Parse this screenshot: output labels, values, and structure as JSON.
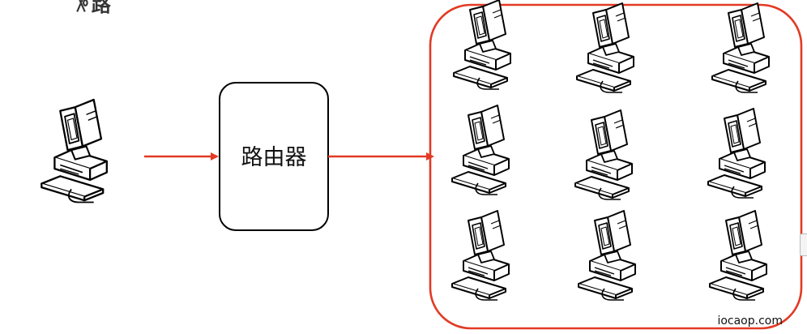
{
  "header": {
    "title_fragment": "ꉼ路"
  },
  "router": {
    "label": "路由器"
  },
  "watermark": {
    "text": "iocaop.com"
  },
  "colors": {
    "arrow": "#e23a24",
    "group_border": "#e23a24",
    "outline": "#000000"
  },
  "icons": {
    "computer": "computer-icon"
  }
}
